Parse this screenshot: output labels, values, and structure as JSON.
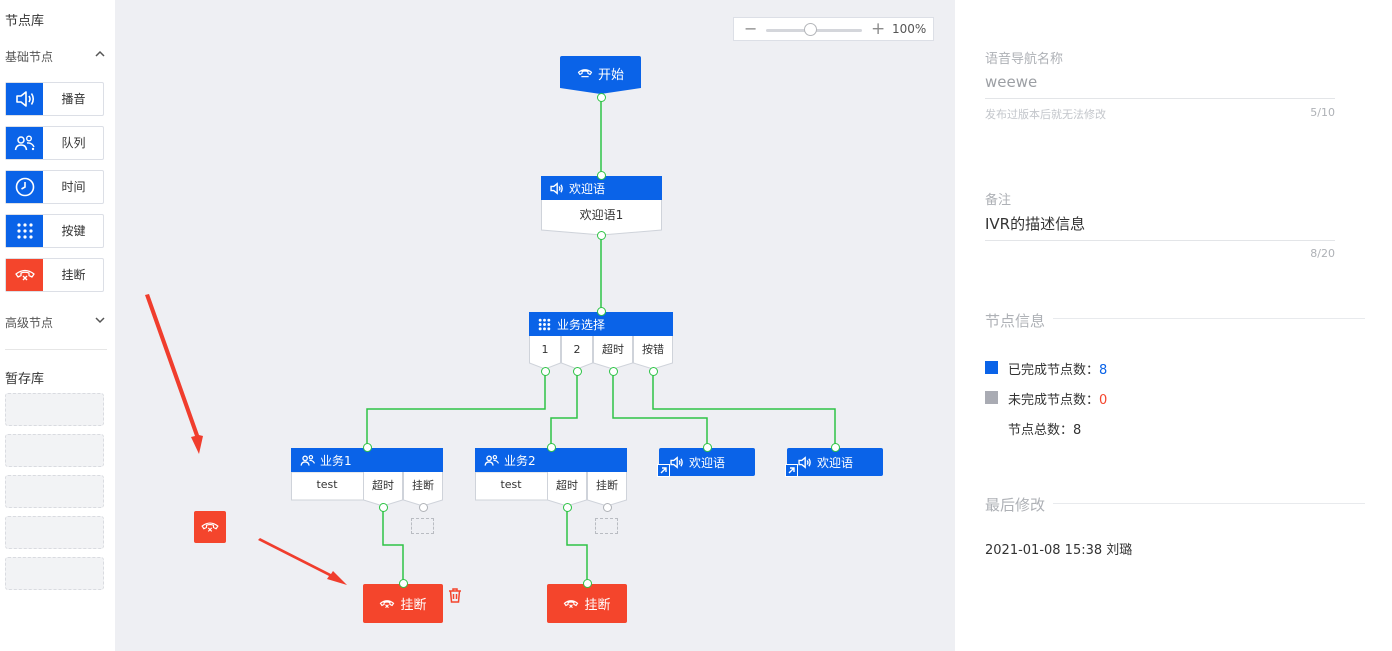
{
  "left_panel": {
    "title": "节点库",
    "basic_section": "基础节点",
    "basic_nodes": [
      {
        "label": "播音",
        "icon": "speaker-icon"
      },
      {
        "label": "队列",
        "icon": "users-icon"
      },
      {
        "label": "时间",
        "icon": "clock-icon"
      },
      {
        "label": "按键",
        "icon": "keypad-icon"
      },
      {
        "label": "挂断",
        "icon": "hangup-icon"
      }
    ],
    "advanced_section": "高级节点",
    "temp_title": "暂存库"
  },
  "canvas": {
    "zoom": {
      "minus": "−",
      "plus": "+",
      "level": "100%",
      "value_percent": 100
    },
    "start": {
      "label": "开始"
    },
    "welcome": {
      "title": "欢迎语",
      "content": "欢迎语1"
    },
    "select": {
      "title": "业务选择",
      "options": [
        "1",
        "2",
        "超时",
        "按错"
      ]
    },
    "biz1": {
      "title": "业务1",
      "content": "test",
      "timeout": "超时",
      "hangup": "挂断"
    },
    "biz2": {
      "title": "业务2",
      "content": "test",
      "timeout": "超时",
      "hangup": "挂断"
    },
    "welcome_ref_a": {
      "title": "欢迎语"
    },
    "welcome_ref_b": {
      "title": "欢迎语"
    },
    "hangup1": {
      "label": "挂断"
    },
    "hangup2": {
      "label": "挂断"
    }
  },
  "right_panel": {
    "name_label": "语音导航名称",
    "name_value": "weewe",
    "name_hint": "发布过版本后就无法修改",
    "name_count": "5/10",
    "remark_label": "备注",
    "remark_value": "IVR的描述信息",
    "remark_count": "8/20",
    "node_info_title": "节点信息",
    "completed_label": "已完成节点数：",
    "completed_value": "8",
    "incomplete_label": "未完成节点数：",
    "incomplete_value": "0",
    "total_label": "节点总数：",
    "total_value": "8",
    "last_modified_title": "最后修改",
    "last_modified_value": "2021-01-08 15:38 刘璐"
  },
  "colors": {
    "primary": "#0a63e8",
    "danger": "#f4452c",
    "edge": "#2ec446",
    "completed": "#0a63e8",
    "incomplete": "#a9abb3",
    "incomplete_value": "#f4452c"
  }
}
